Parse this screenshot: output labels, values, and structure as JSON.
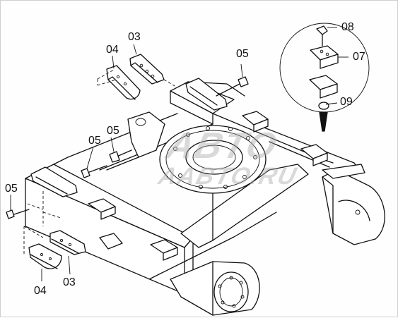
{
  "diagram": {
    "callouts": [
      {
        "id": "c1",
        "text": "03"
      },
      {
        "id": "c2",
        "text": "04"
      },
      {
        "id": "c3",
        "text": "05"
      },
      {
        "id": "c4",
        "text": "08"
      },
      {
        "id": "c5",
        "text": "07"
      },
      {
        "id": "c6",
        "text": "09"
      },
      {
        "id": "c7",
        "text": "05"
      },
      {
        "id": "c8",
        "text": "05"
      },
      {
        "id": "c9",
        "text": "05"
      },
      {
        "id": "c10",
        "text": "04"
      },
      {
        "id": "c11",
        "text": "03"
      }
    ],
    "watermark": {
      "line1": "ABTO",
      "line2": "AABTO.RU"
    }
  }
}
